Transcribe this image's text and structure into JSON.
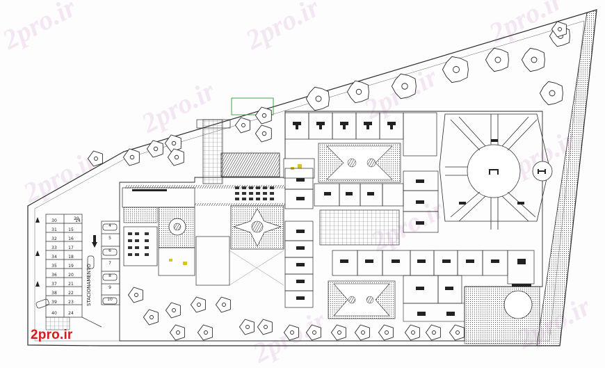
{
  "watermark": {
    "text": "2pro.ir"
  },
  "logo": {
    "text": "2pro.ir"
  },
  "parking": {
    "label": "STACIONAMENTO",
    "left_column": [
      "40",
      "39",
      "38",
      "37",
      "36",
      "35",
      "34",
      "33",
      "32",
      "31",
      "30"
    ],
    "right_column": [
      "24",
      "23",
      "22",
      "21",
      "20",
      "19",
      "18",
      "17",
      "16",
      "15",
      "14"
    ],
    "top_right": "29",
    "lane_numbers": [
      "4",
      "5",
      "6",
      "7",
      "8",
      "9",
      "10"
    ]
  },
  "colors": {
    "line": "#2a2a2a",
    "hatch": "#3a3a3a",
    "green": "#2e9a3a",
    "yellow": "#d8c22a",
    "logo": "#d91a1a"
  },
  "icons": [
    "tree-icon",
    "car-icon",
    "arrow-icon",
    "table-icon"
  ]
}
